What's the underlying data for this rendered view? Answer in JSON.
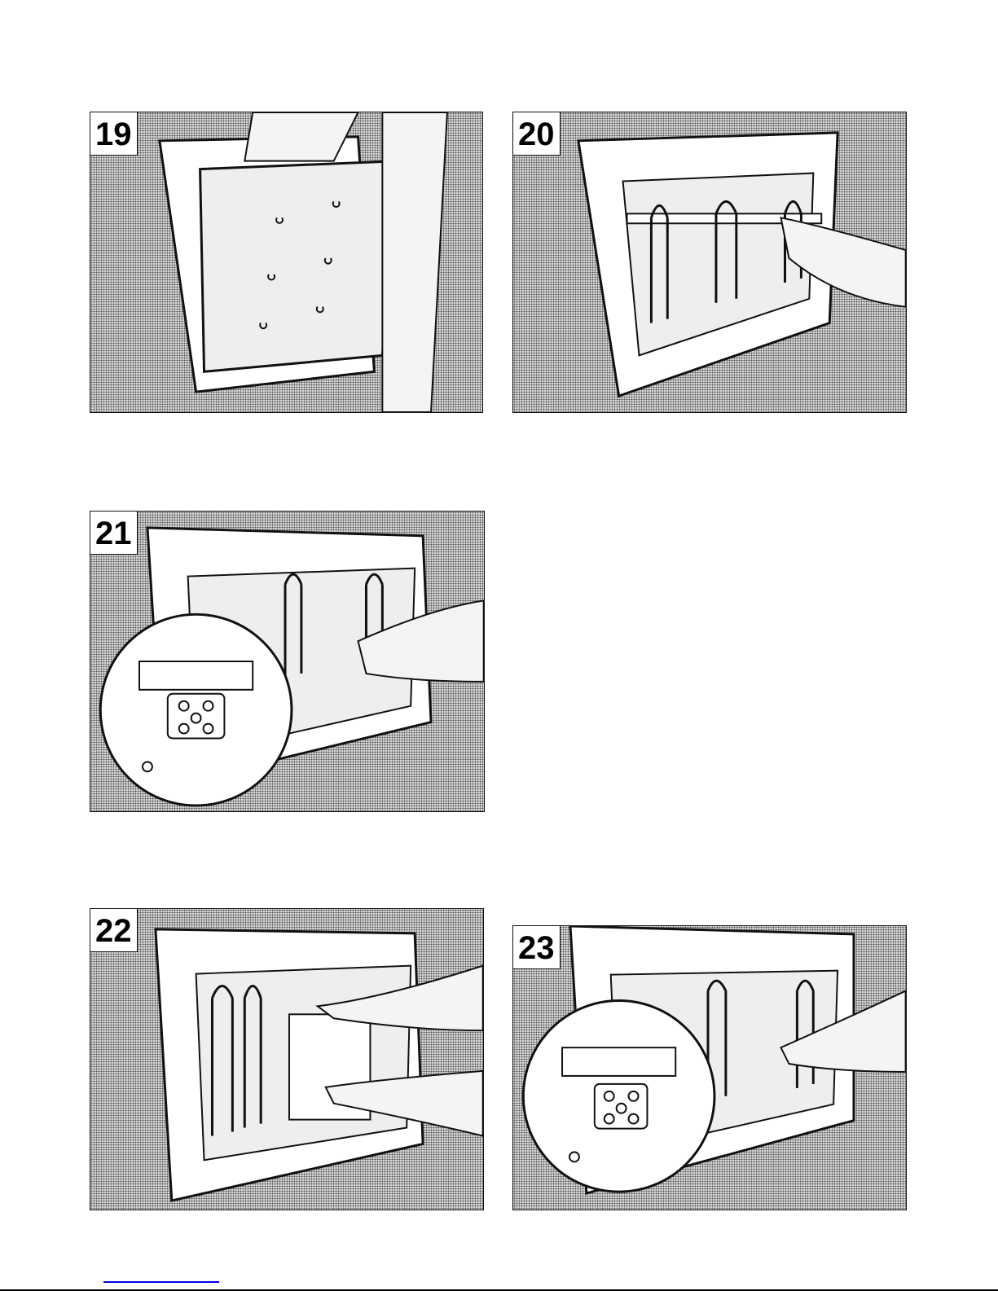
{
  "steps": [
    {
      "number": "19"
    },
    {
      "number": "20"
    },
    {
      "number": "21"
    },
    {
      "number": "22"
    },
    {
      "number": "23"
    }
  ]
}
